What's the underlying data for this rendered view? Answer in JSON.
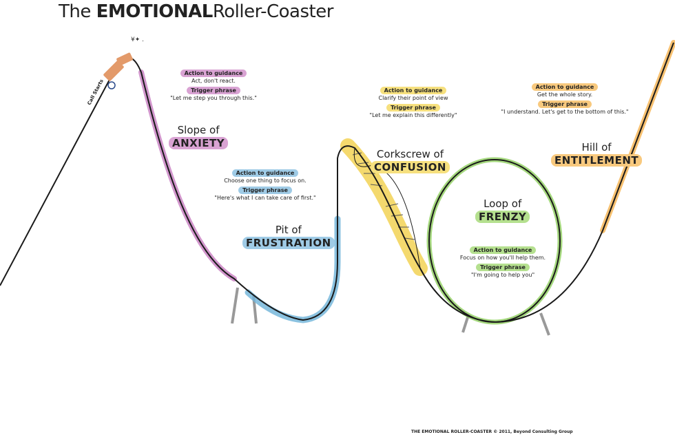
{
  "title": {
    "prefix": "The",
    "emphasis": "EMOTIONAL",
    "suffix": "Roller-Coaster"
  },
  "colors": {
    "anxiety": "#c77dc0",
    "frustration": "#6fb3d9",
    "confusion": "#f2d04a",
    "frenzy": "#8fcf5f",
    "entitlement": "#f5b24e",
    "track": "#1a1a1a"
  },
  "car_label": "Call Starts",
  "sections": [
    {
      "id": "anxiety",
      "action_label": "Action to guidance",
      "action": "Act, don't react.",
      "trigger_label": "Trigger phrase",
      "trigger": "\"Let me step you through this.\"",
      "name_small": "Slope of",
      "name_big": "ANXIETY"
    },
    {
      "id": "frustration",
      "action_label": "Action to guidance",
      "action": "Choose one thing to focus on.",
      "trigger_label": "Trigger phrase",
      "trigger": "\"Here's what I can take care of first.\"",
      "name_small": "Pit of",
      "name_big": "FRUSTRATION"
    },
    {
      "id": "confusion",
      "action_label": "Action to guidance",
      "action": "Clarify their point of view",
      "trigger_label": "Trigger phrase",
      "trigger": "\"Let me explain this differently\"",
      "name_small": "Corkscrew of",
      "name_big": "CONFUSION"
    },
    {
      "id": "frenzy",
      "action_label": "Action to guidance",
      "action": "Focus on how you'll help them.",
      "trigger_label": "Trigger phrase",
      "trigger": "\"I'm going to help you\"",
      "name_small": "Loop of",
      "name_big": "FRENZY"
    },
    {
      "id": "entitlement",
      "action_label": "Action to guidance",
      "action": "Get the whole story.",
      "trigger_label": "Trigger phrase",
      "trigger": "\"I understand. Let's get to the bottom of this.\"",
      "name_small": "Hill of",
      "name_big": "ENTITLEMENT"
    }
  ],
  "footer": "THE EMOTIONAL ROLLER-COASTER © 2011, Beyond Consulting Group"
}
